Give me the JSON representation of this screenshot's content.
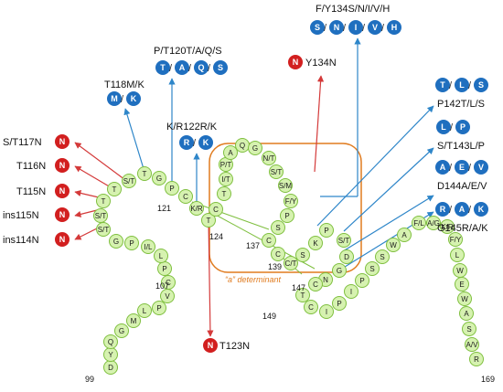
{
  "residues": [
    {
      "id": "r99",
      "text": "D"
    },
    {
      "id": "r100",
      "text": "Y"
    },
    {
      "id": "r101",
      "text": "Q"
    },
    {
      "id": "r102",
      "text": "G"
    },
    {
      "id": "r103",
      "text": "M"
    },
    {
      "id": "r104",
      "text": "L"
    },
    {
      "id": "r105",
      "text": "P"
    },
    {
      "id": "r106",
      "text": "V"
    },
    {
      "id": "r107",
      "text": "C"
    },
    {
      "id": "r108",
      "text": "P"
    },
    {
      "id": "r109",
      "text": "L"
    },
    {
      "id": "r110",
      "text": "I/L"
    },
    {
      "id": "r111",
      "text": "P"
    },
    {
      "id": "r112",
      "text": "G"
    },
    {
      "id": "r113",
      "text": "S/T"
    },
    {
      "id": "r114",
      "text": "S/T"
    },
    {
      "id": "r115",
      "text": "T"
    },
    {
      "id": "r116",
      "text": "T"
    },
    {
      "id": "r117",
      "text": "S/T"
    },
    {
      "id": "r118",
      "text": "T"
    },
    {
      "id": "r119",
      "text": "G"
    },
    {
      "id": "r120",
      "text": "P"
    },
    {
      "id": "r121",
      "text": "C"
    },
    {
      "id": "r122",
      "text": "K/R"
    },
    {
      "id": "r123",
      "text": "T"
    },
    {
      "id": "r124",
      "text": "C"
    },
    {
      "id": "r125",
      "text": "T"
    },
    {
      "id": "r126",
      "text": "I/T"
    },
    {
      "id": "r127",
      "text": "P/T"
    },
    {
      "id": "r128",
      "text": "A"
    },
    {
      "id": "r129",
      "text": "Q"
    },
    {
      "id": "r130",
      "text": "G"
    },
    {
      "id": "r131",
      "text": "N/T"
    },
    {
      "id": "r132",
      "text": "S/T"
    },
    {
      "id": "r133",
      "text": "S/M"
    },
    {
      "id": "r134",
      "text": "F/Y"
    },
    {
      "id": "r135",
      "text": "P"
    },
    {
      "id": "r136",
      "text": "S"
    },
    {
      "id": "r137",
      "text": "C"
    },
    {
      "id": "r138",
      "text": "C"
    },
    {
      "id": "r139",
      "text": "C/T"
    },
    {
      "id": "r140",
      "text": "S"
    },
    {
      "id": "r141",
      "text": "K"
    },
    {
      "id": "r142",
      "text": "P"
    },
    {
      "id": "r143",
      "text": "S/T"
    },
    {
      "id": "r144",
      "text": "D"
    },
    {
      "id": "r145",
      "text": "G"
    },
    {
      "id": "r146",
      "text": "N"
    },
    {
      "id": "r147",
      "text": "C"
    },
    {
      "id": "r148",
      "text": "T"
    },
    {
      "id": "r149",
      "text": "C"
    },
    {
      "id": "r150",
      "text": "I"
    },
    {
      "id": "r151",
      "text": "P"
    },
    {
      "id": "r152",
      "text": "I"
    },
    {
      "id": "r153",
      "text": "P"
    },
    {
      "id": "r154",
      "text": "S"
    },
    {
      "id": "r155",
      "text": "S"
    },
    {
      "id": "r156",
      "text": "W"
    },
    {
      "id": "r157",
      "text": "A"
    },
    {
      "id": "r158",
      "text": "F/L"
    },
    {
      "id": "r159",
      "text": "A/G"
    },
    {
      "id": "r160",
      "text": "K/R"
    },
    {
      "id": "r161",
      "text": "F/Y"
    },
    {
      "id": "r162",
      "text": "L"
    },
    {
      "id": "r163",
      "text": "W"
    },
    {
      "id": "r164",
      "text": "E"
    },
    {
      "id": "r165",
      "text": "W"
    },
    {
      "id": "r166",
      "text": "A"
    },
    {
      "id": "r167",
      "text": "S"
    },
    {
      "id": "r168",
      "text": "A/V"
    },
    {
      "id": "r169",
      "text": "R"
    }
  ],
  "position_numbers": [
    {
      "id": "n99",
      "text": "99"
    },
    {
      "id": "n107",
      "text": "107"
    },
    {
      "id": "n121",
      "text": "121"
    },
    {
      "id": "n124",
      "text": "124"
    },
    {
      "id": "n137",
      "text": "137"
    },
    {
      "id": "n139",
      "text": "139"
    },
    {
      "id": "n147",
      "text": "147"
    },
    {
      "id": "n149",
      "text": "149"
    },
    {
      "id": "n169",
      "text": "169"
    }
  ],
  "determinant_label": "“a” determinant",
  "mutations_left": [
    {
      "id": "m117",
      "label": "S/T117N",
      "badge": "N"
    },
    {
      "id": "m116",
      "label": "T116N",
      "badge": "N"
    },
    {
      "id": "m115",
      "label": "T115N",
      "badge": "N"
    },
    {
      "id": "mi115",
      "label": "ins115N",
      "badge": "N"
    },
    {
      "id": "mi114",
      "label": "ins114N",
      "badge": "N"
    }
  ],
  "mutation_t123": {
    "label": "T123N",
    "badge": "N"
  },
  "mutation_y134n": {
    "label": "Y134N",
    "badge": "N"
  },
  "mutation_t118": {
    "label": "T118M/K",
    "badges": [
      "M",
      "K"
    ]
  },
  "mutation_t120": {
    "label": "P/T120T/A/Q/S",
    "badges": [
      "T",
      "A",
      "Q",
      "S"
    ]
  },
  "mutation_r122": {
    "label": "K/R122R/K",
    "badges": [
      "R",
      "K"
    ]
  },
  "mutation_y134": {
    "label": "F/Y134S/N/I/V/H",
    "badges": [
      "S",
      "N",
      "I",
      "V",
      "H"
    ]
  },
  "mutation_p142": {
    "label": "P142T/L/S",
    "badges": [
      "T",
      "L",
      "S"
    ]
  },
  "mutation_t143": {
    "label": "S/T143L/P",
    "badges": [
      "L",
      "P"
    ]
  },
  "mutation_d144": {
    "label": "D144A/E/V",
    "badges": [
      "A",
      "E",
      "V"
    ]
  },
  "mutation_g145": {
    "label": "G145R/A/K",
    "badges": [
      "R",
      "A",
      "K"
    ]
  },
  "colors": {
    "residue_fill": "#d6f2b0",
    "residue_stroke": "#7fbf3f",
    "blue": "#1f6fbf",
    "red": "#d21f1f",
    "blue_arrow": "#2e86c9",
    "red_arrow": "#d43a3a",
    "box": "#e07b1f",
    "bond": "#7fbf3f"
  }
}
